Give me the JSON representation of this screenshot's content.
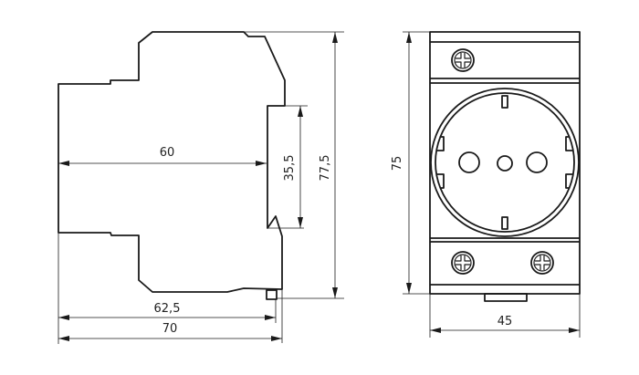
{
  "side_view": {
    "dimensions": {
      "depth_inner": "60",
      "rail_height": "35,5",
      "total_height": "77,5",
      "depth_mid": "62,5",
      "depth_total": "70"
    }
  },
  "front_view": {
    "dimensions": {
      "height": "75",
      "width": "45"
    }
  }
}
